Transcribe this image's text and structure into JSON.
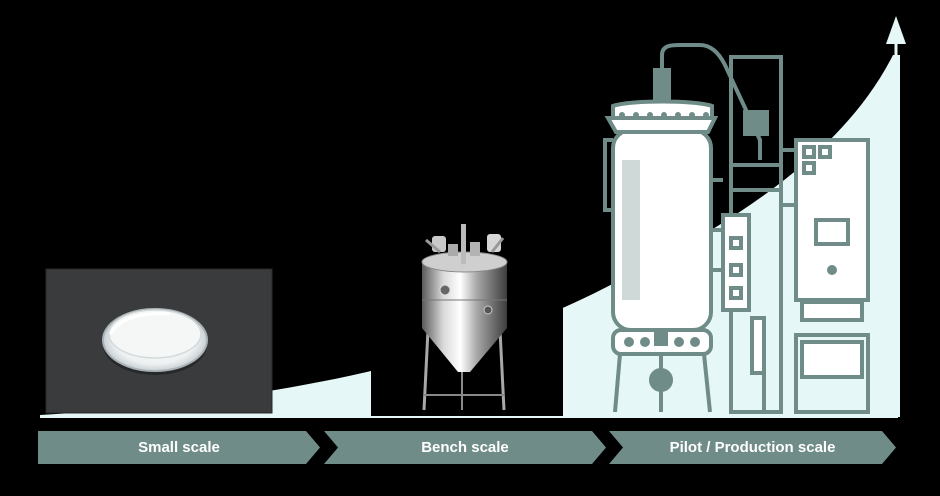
{
  "colors": {
    "background": "#000000",
    "curve_fill": "#e6f7f7",
    "equipment": "#6f8c88",
    "arrow_fill": "#6f8c88",
    "label_text": "#ffffff"
  },
  "stages": [
    {
      "label": "Small scale",
      "image": "petri-dish-photo"
    },
    {
      "label": "Bench scale",
      "image": "stainless-fermenter-photo"
    },
    {
      "label": "Pilot / Production scale",
      "image": "production-bioreactor-illustration"
    }
  ],
  "growth_curve": {
    "shape": "exponential",
    "axis_arrow": "up"
  }
}
